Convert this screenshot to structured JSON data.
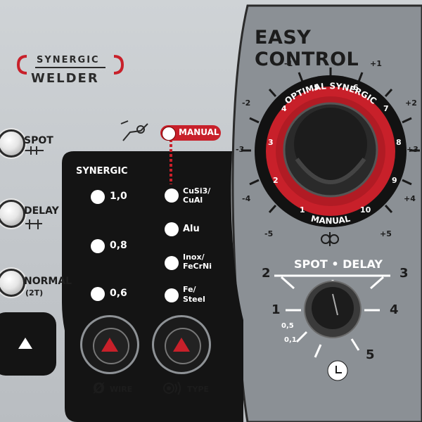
{
  "brand": {
    "line1": "SYNERGIC",
    "line2": "WELDER"
  },
  "easy_control": {
    "title": "EASY CONTROL"
  },
  "left_buttons": [
    {
      "label": "SPOT"
    },
    {
      "label": "DELAY"
    },
    {
      "label": "NORMAL",
      "sub": "(2T)"
    }
  ],
  "manual": {
    "label": "MANUAL"
  },
  "synergic": {
    "title": "SYNERGIC",
    "wire_sizes": [
      "1,0",
      "0,8",
      "0,6"
    ],
    "materials": [
      {
        "line1": "CuSi3/",
        "line2": "CuAl"
      },
      {
        "line1": "Alu",
        "line2": ""
      },
      {
        "line1": "Inox/",
        "line2": "FeCrNi"
      },
      {
        "line1": "Fe/",
        "line2": "Steel"
      }
    ]
  },
  "bottom_labels": {
    "wire_symbol": "Ø",
    "wire": "WIRE",
    "type": "TYPE"
  },
  "big_dial": {
    "outer_title": "OPTIMAL SYNERGIC",
    "inner_bottom": "MANUAL",
    "inner_scale": [
      "1",
      "2",
      "3",
      "4",
      "5",
      "6",
      "7",
      "8",
      "9",
      "10"
    ],
    "outer_scale": [
      "-5",
      "-4",
      "-3",
      "-2",
      "-1",
      "+1",
      "+2",
      "+3",
      "+4",
      "+5"
    ]
  },
  "small_dial": {
    "title": "SPOT • DELAY",
    "scale": [
      "0,1",
      "0,5",
      "1",
      "2",
      "3",
      "4",
      "5"
    ]
  },
  "colors": {
    "accent_red": "#c8202a",
    "panel_dark": "#141414",
    "panel_grey": "#8f9499"
  }
}
